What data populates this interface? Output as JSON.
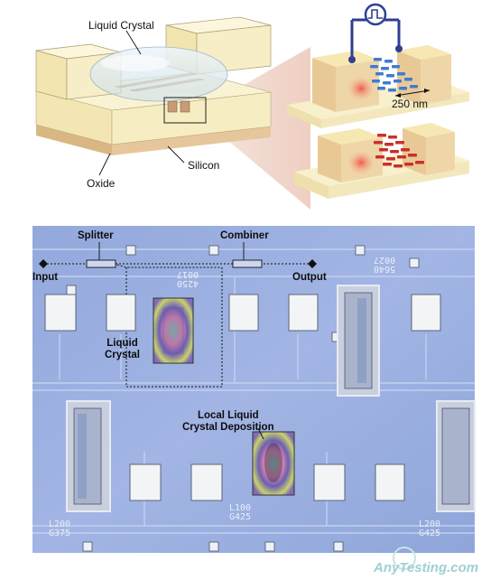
{
  "top_panel": {
    "labels": {
      "liquid_crystal": "Liquid Crystal",
      "oxide": "Oxide",
      "silicon": "Silicon",
      "scale": "250 nm"
    }
  },
  "micrograph": {
    "labels": {
      "splitter": "Splitter",
      "combiner": "Combiner",
      "input": "Input",
      "output": "Output",
      "liquid_crystal": "Liquid\nCrystal",
      "local_deposition": "Local Liquid\nCrystal Deposition"
    },
    "die_markings": {
      "m1": "4250\n0017",
      "m2": "5640\n0027",
      "m3": "L200\nG375",
      "m4": "L100\nG425",
      "m5": "L200\nG425"
    }
  },
  "watermark": "AnyTesting.com",
  "colors": {
    "oxide": "#f6eec2",
    "silicon": "#e6c79b",
    "electrode": "#2e3f93",
    "liquid_crystal_blue": "#3f7ad6",
    "liquid_crystal_red": "#c9302c",
    "chip_background": "#9aaee0",
    "pad": "#f2f4f6"
  }
}
